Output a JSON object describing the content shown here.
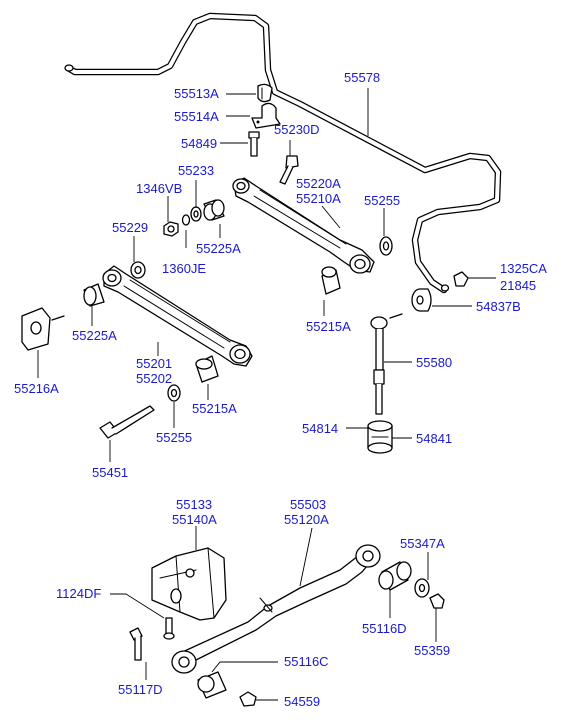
{
  "labels": {
    "p55578": "55578",
    "p55513A": "55513A",
    "p55514A": "55514A",
    "p54849": "54849",
    "p55230D": "55230D",
    "p55233": "55233",
    "p1346VB": "1346VB",
    "p55220A": "55220A",
    "p55210A": "55210A",
    "p55255a": "55255",
    "p55229": "55229",
    "p1360JE": "1360JE",
    "p55225Aa": "55225A",
    "p1325CA": "1325CA",
    "p21845": "21845",
    "p54837B": "54837B",
    "p55225Ab": "55225A",
    "p55215Aa": "55215A",
    "p55216A": "55216A",
    "p55580": "55580",
    "p55201": "55201",
    "p55202": "55202",
    "p55215Ab": "55215A",
    "p55255b": "55255",
    "p54814": "54814",
    "p54841": "54841",
    "p55451": "55451",
    "p55133": "55133",
    "p55140A": "55140A",
    "p55503": "55503",
    "p55120A": "55120A",
    "p55347A": "55347A",
    "p1124DF": "1124DF",
    "p55116D": "55116D",
    "p55359": "55359",
    "p55116C": "55116C",
    "p55117D": "55117D",
    "p54559": "54559"
  },
  "colors": {
    "label": "#1a1acc",
    "line": "#000000",
    "background": "#ffffff"
  }
}
